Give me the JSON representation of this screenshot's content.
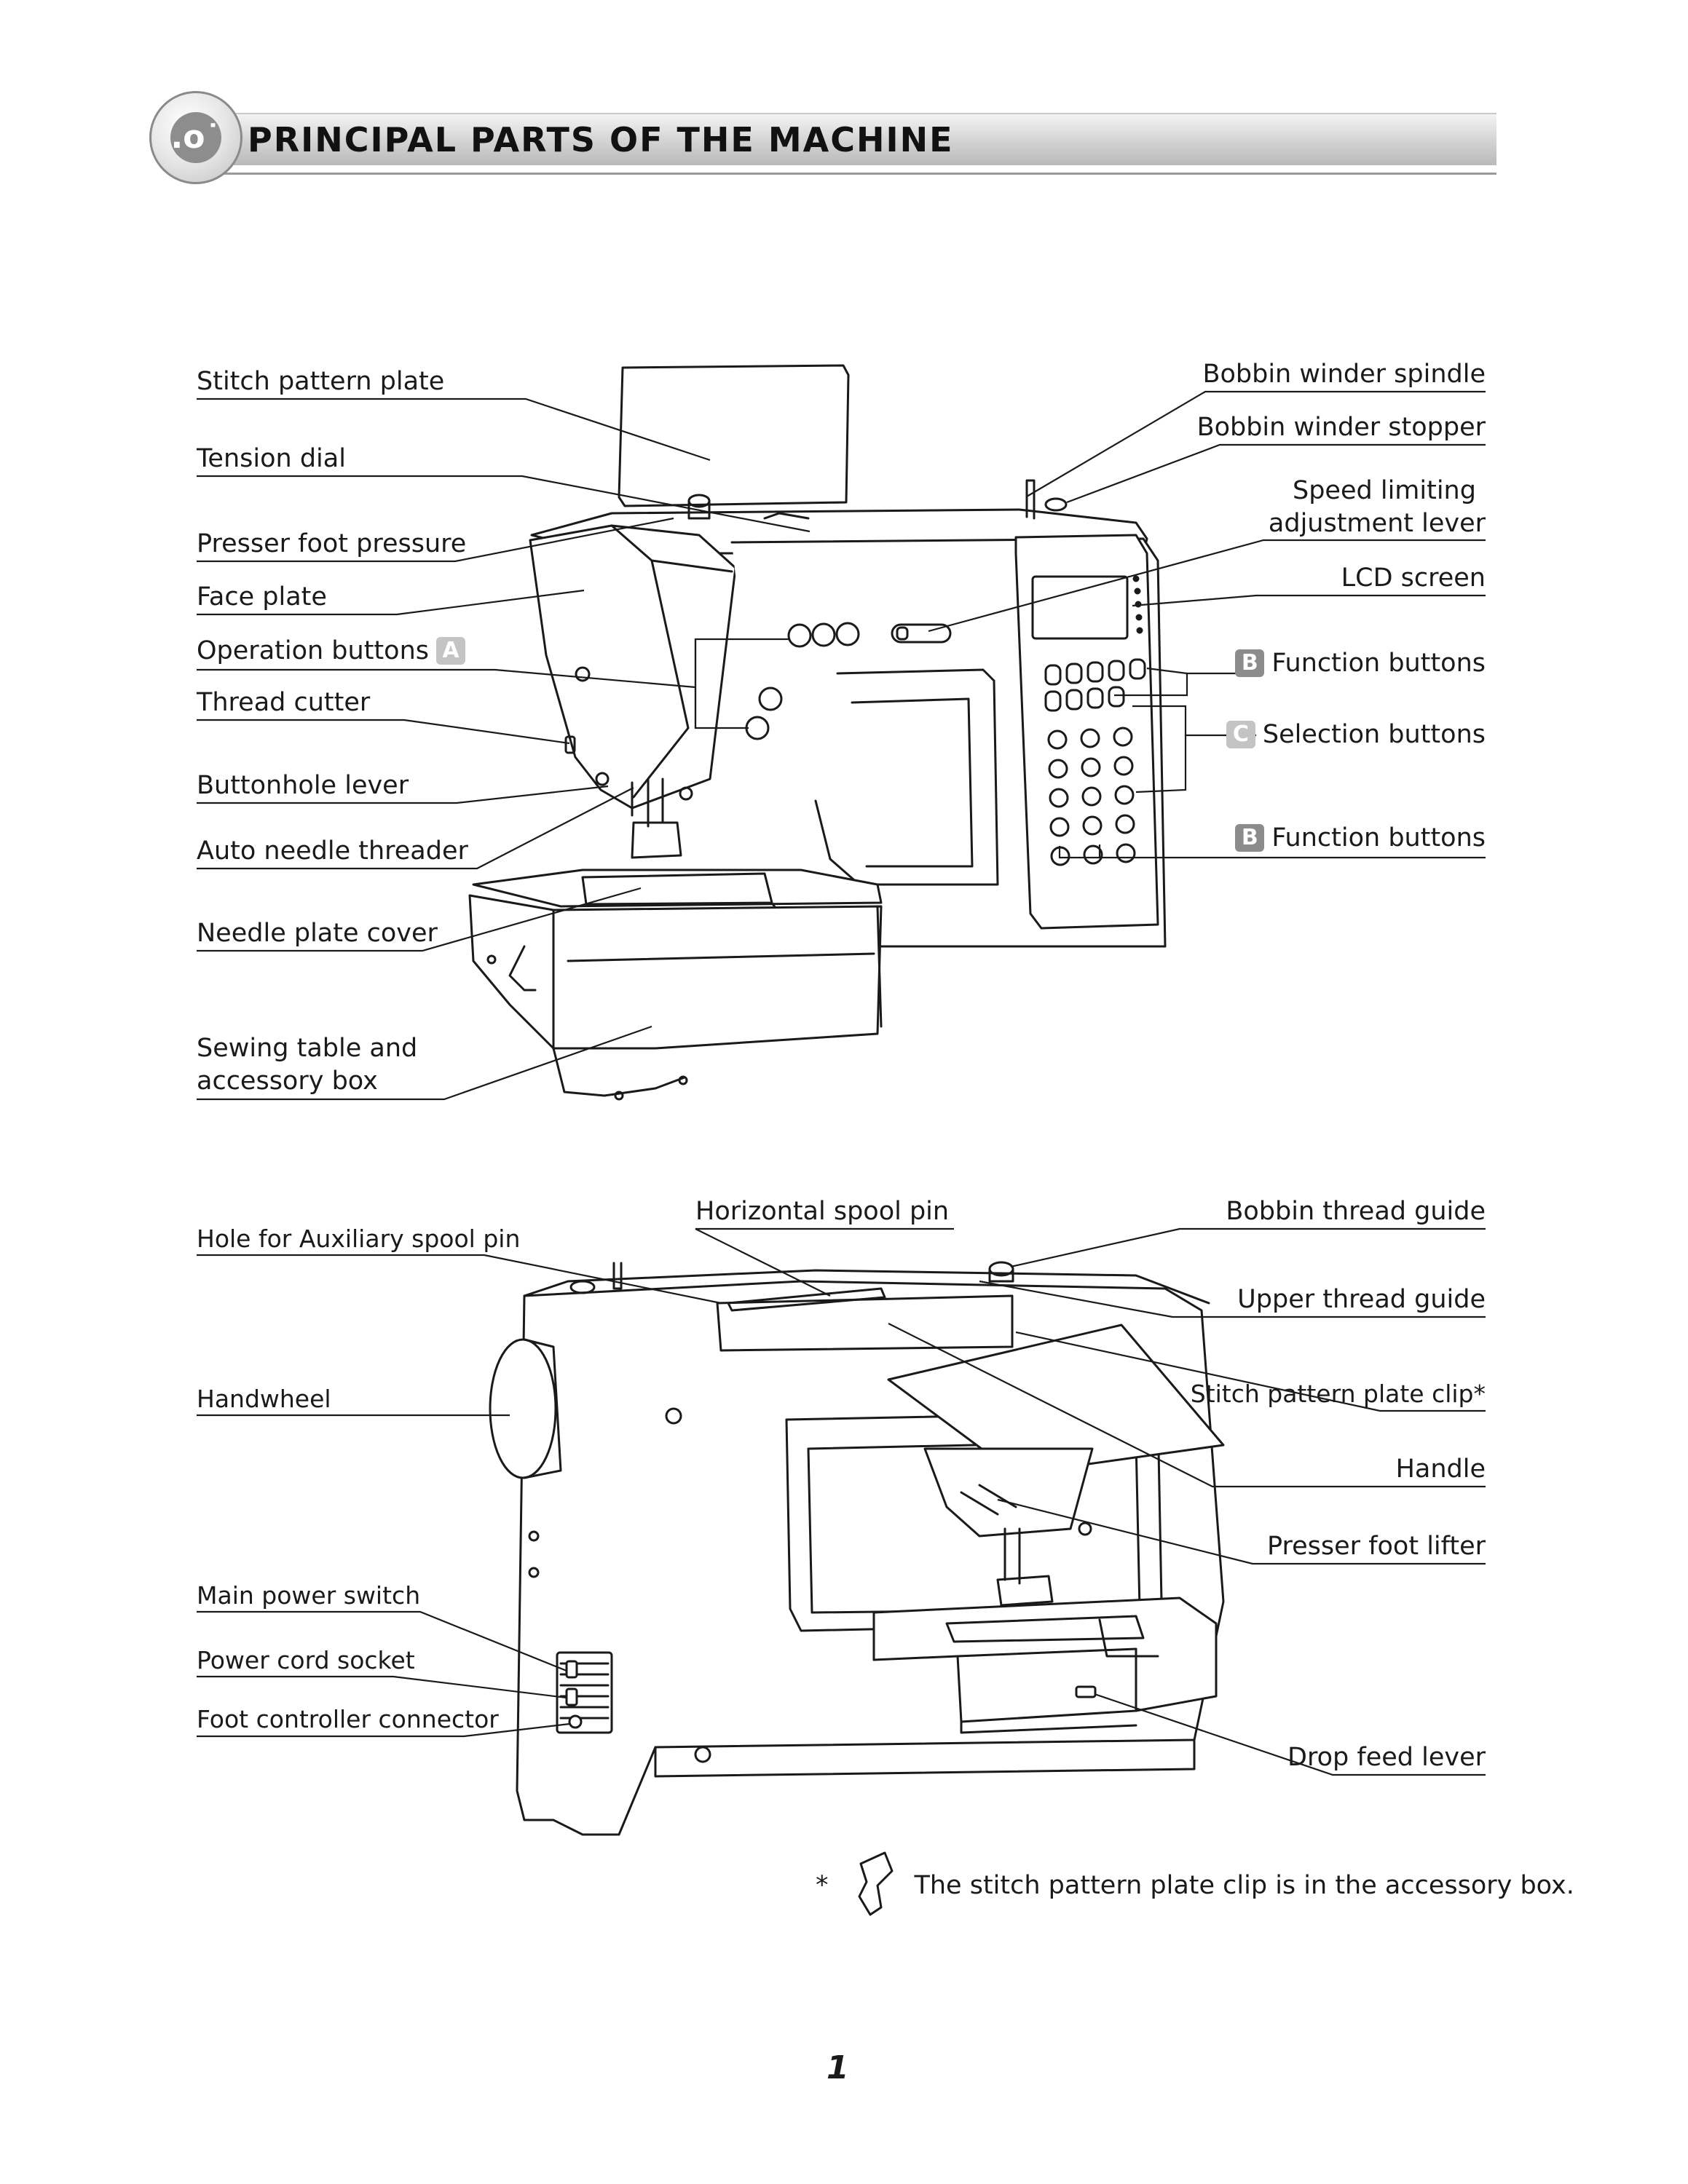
{
  "header": {
    "badge_glyph": ".o˙",
    "title": "PRINCIPAL PARTS OF THE MACHINE"
  },
  "top_diagram": {
    "left_labels": [
      "Stitch pattern plate",
      "Tension dial",
      "Presser foot pressure",
      "Face plate",
      "Operation buttons",
      "Thread cutter",
      "Buttonhole lever",
      "Auto needle threader",
      "Needle plate cover",
      "Sewing table and",
      "accessory box"
    ],
    "operation_badge": "A",
    "right_labels": [
      "Bobbin winder spindle",
      "Bobbin winder stopper",
      "Speed limiting",
      "adjustment lever",
      "LCD screen",
      "Function buttons",
      "Selection buttons",
      "Function buttons"
    ],
    "function_badge": "B",
    "selection_badge": "C"
  },
  "bottom_diagram": {
    "left_labels": [
      "Hole for Auxiliary spool pin",
      "Handwheel",
      "Main power switch",
      "Power cord socket",
      "Foot controller connector"
    ],
    "center_label": "Horizontal spool pin",
    "right_labels": [
      "Bobbin thread guide",
      "Upper thread guide",
      "Stitch pattern plate clip*",
      "Handle",
      "Presser foot lifter",
      "Drop feed lever"
    ]
  },
  "footnote": {
    "star": "*",
    "text": "The stitch pattern plate clip is in the accessory box."
  },
  "page_number": "1",
  "icons": [
    "header-badge-icon",
    "stitch-pattern-plate-clip-icon"
  ]
}
